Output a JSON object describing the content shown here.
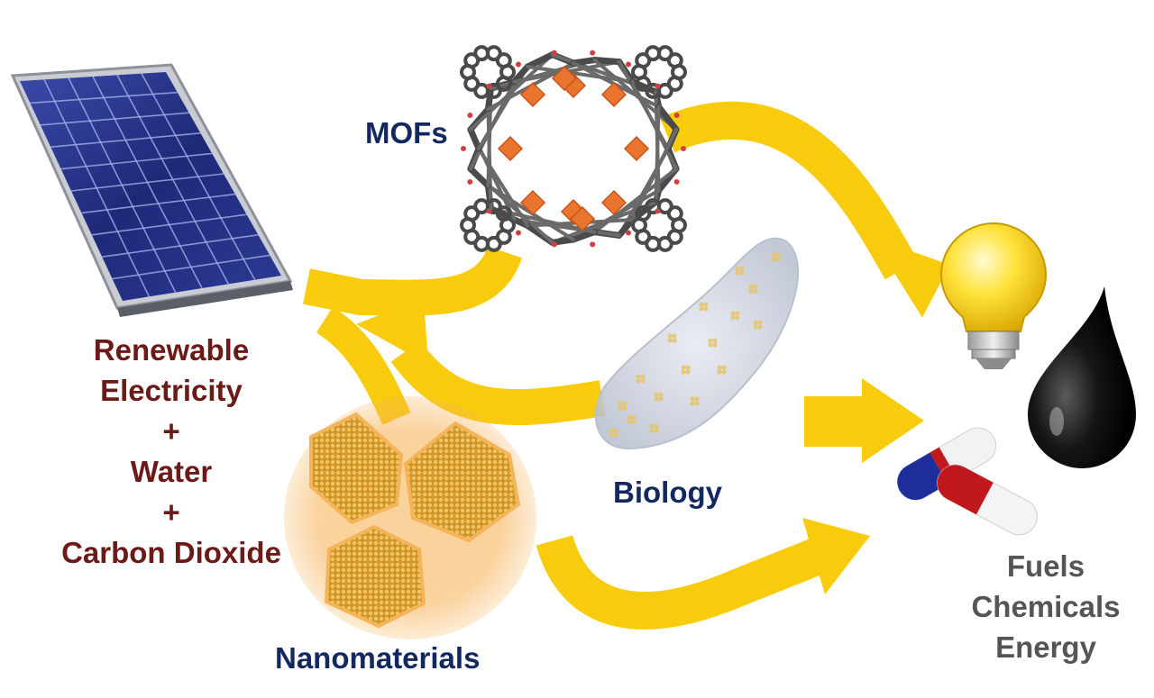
{
  "inputs": {
    "line1": "Renewable",
    "line2": "Electricity",
    "plus1": "+",
    "line3": "Water",
    "plus2": "+",
    "line4": "Carbon Dioxide"
  },
  "catalysts": {
    "mofs": "MOFs",
    "biology": "Biology",
    "nanomaterials": "Nanomaterials"
  },
  "outputs": {
    "fuels": "Fuels",
    "chemicals": "Chemicals",
    "energy": "Energy"
  },
  "colors": {
    "arrow": "#f8cc0d",
    "input_text": "#6b1a17",
    "catalyst_text": "#13285e",
    "output_text": "#555555",
    "nanoparticle": "#d9a22e",
    "mof_node": "#e8742e",
    "mof_linker": "#4a4a4a"
  },
  "icons": [
    "solar-panel-icon",
    "mof-structure-icon",
    "bacterium-icon",
    "nanoparticle-icon",
    "light-bulb-icon",
    "oil-drop-icon",
    "capsule-pill-icon"
  ]
}
